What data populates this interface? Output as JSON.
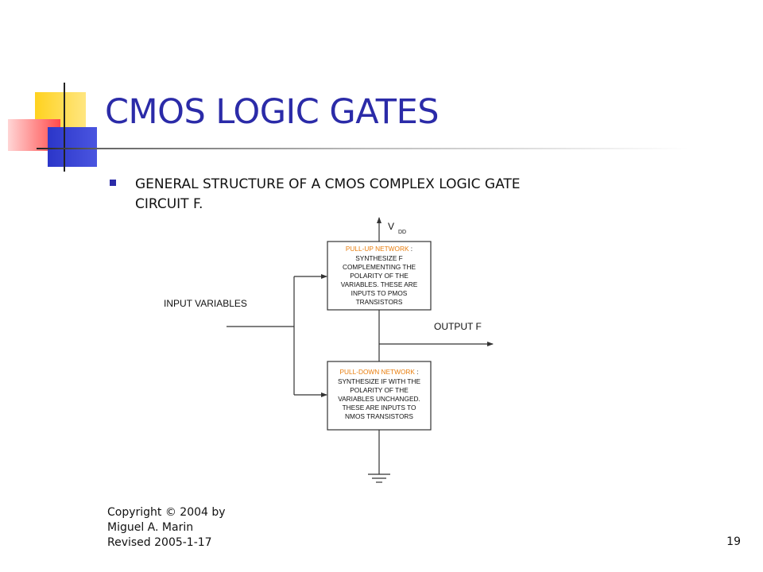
{
  "slide": {
    "title": "CMOS LOGIC GATES",
    "bullet_line1": "GENERAL STRUCTURE OF A CMOS COMPLEX LOGIC GATE",
    "bullet_line2": "CIRCUIT  F.",
    "page_number": "19"
  },
  "footer": {
    "line1": "Copyright © 2004 by",
    "line2": "Miguel A. Marin",
    "line3": "Revised 2005-1-17"
  },
  "diagram": {
    "vdd_v": "V",
    "vdd_sub": "DD",
    "input_label": "INPUT VARIABLES",
    "output_label": "OUTPUT   F",
    "pullup": {
      "title": "PULL-UP NETWORK",
      "title_suffix": " :",
      "lines": [
        "SYNTHESIZE  F",
        "COMPLEMENTING THE",
        "POLARITY OF THE",
        "VARIABLES. THESE ARE",
        "INPUTS TO PMOS",
        "TRANSISTORS"
      ]
    },
    "pulldown": {
      "title": "PULL-DOWN NETWORK",
      "title_suffix": " :",
      "lines": [
        "SYNTHESIZE    IF WITH THE",
        "POLARITY OF THE",
        "VARIABLES UNCHANGED.",
        "THESE ARE INPUTS TO",
        "NMOS TRANSISTORS"
      ]
    },
    "colors": {
      "accent": "#e87d0d",
      "line": "#333333",
      "title": "#2b2ba8"
    }
  }
}
